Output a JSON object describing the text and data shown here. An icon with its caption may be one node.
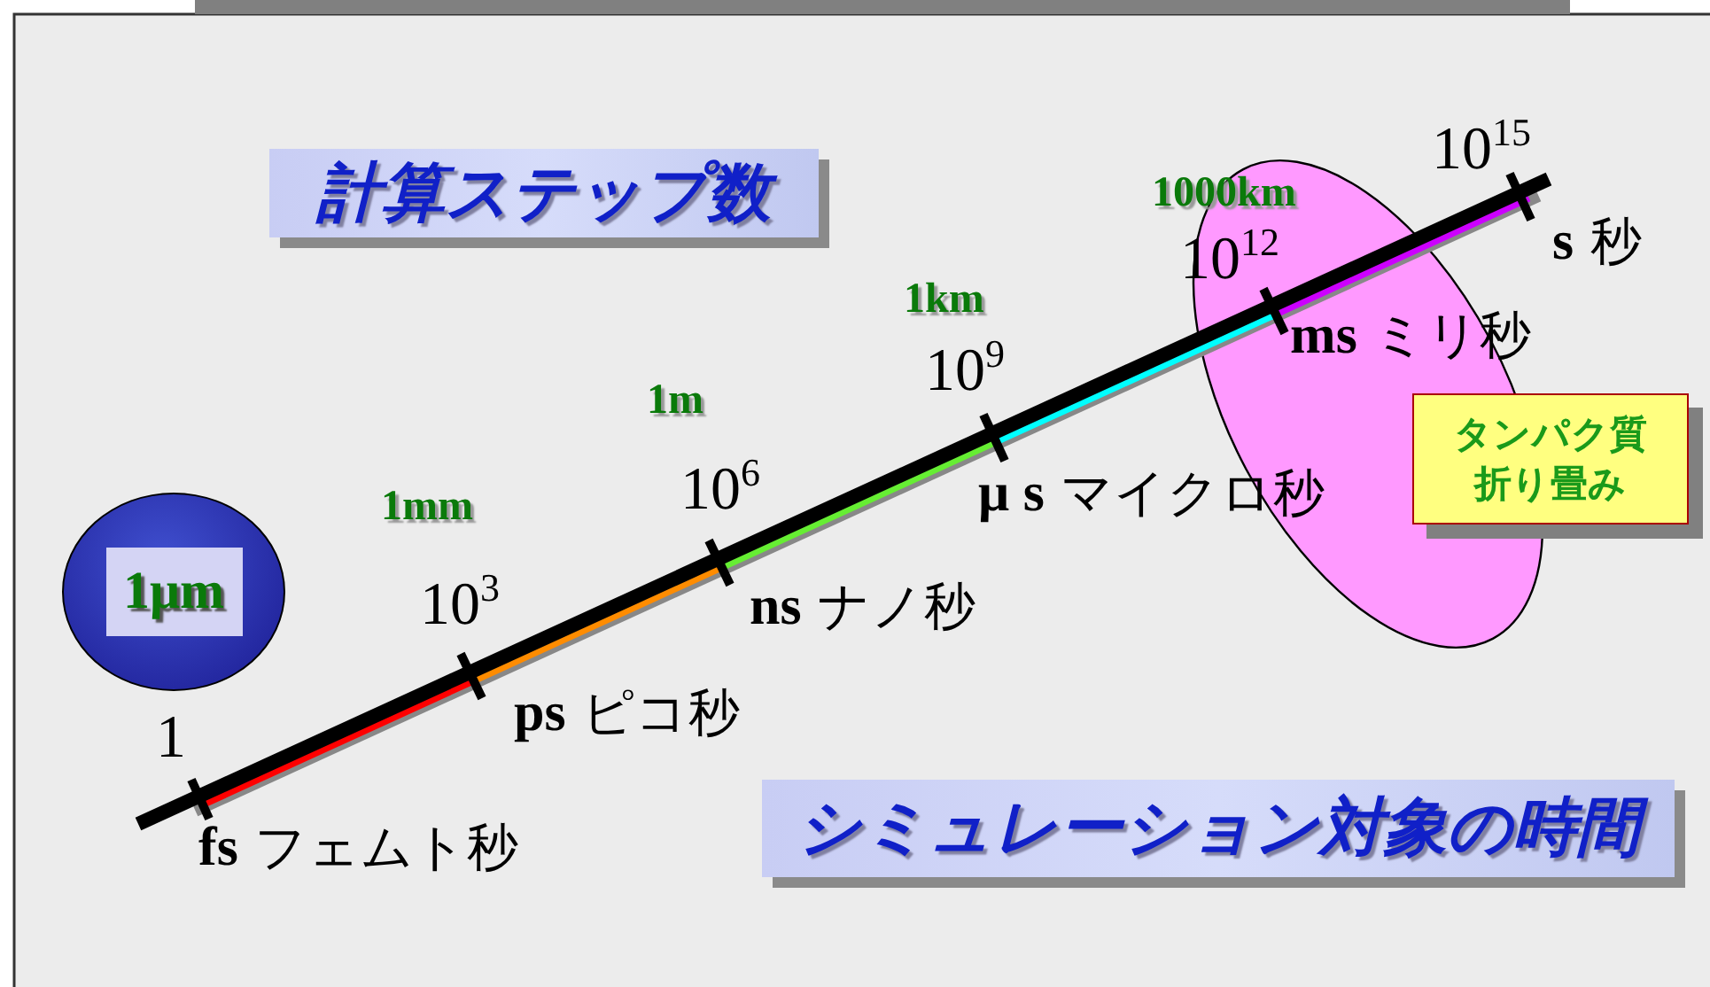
{
  "diagram": {
    "nodes": [
      {
        "text": [
          "計算ステップ数"
        ]
      },
      {
        "text": [
          "1μm"
        ]
      },
      {
        "text": [
          "タンパク質折り畳み"
        ]
      },
      {
        "text": [
          "シミュレーション対象の時間"
        ]
      }
    ],
    "labels": [
      "10$^{15}$",
      "1000km",
      "10$^{12}$",
      "**s** 秒",
      "**ms** ミリ秒",
      "1km",
      "10$^{9}$",
      "**μ s** マイクロ秒",
      "1m",
      "10$^{6}$",
      "1mm",
      "**ns** ナノ秒",
      "10$^{3}$",
      "**ps** ピコ秒",
      "1",
      "**fs** フェムト秒"
    ]
  }
}
